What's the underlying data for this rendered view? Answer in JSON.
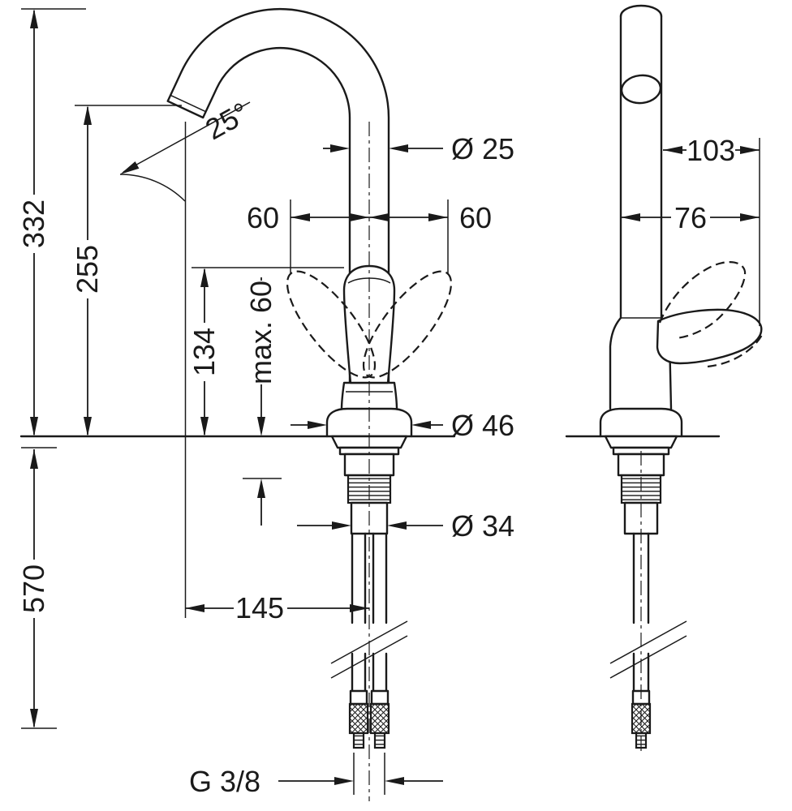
{
  "dims": {
    "front": {
      "spout_height": "332",
      "outlet_height": "255",
      "handle_height": "134",
      "max_mounting": "max. 60",
      "hose_length": "570",
      "tip_angle": "25°",
      "spout_diameter": "Ø 25",
      "swing_left": "60",
      "swing_right": "60",
      "base_diameter": "Ø 46",
      "shank_diameter": "Ø 34",
      "reach": "145",
      "connection_thread": "G 3/8"
    },
    "side": {
      "depth_upper": "103",
      "depth_lower": "76"
    }
  }
}
